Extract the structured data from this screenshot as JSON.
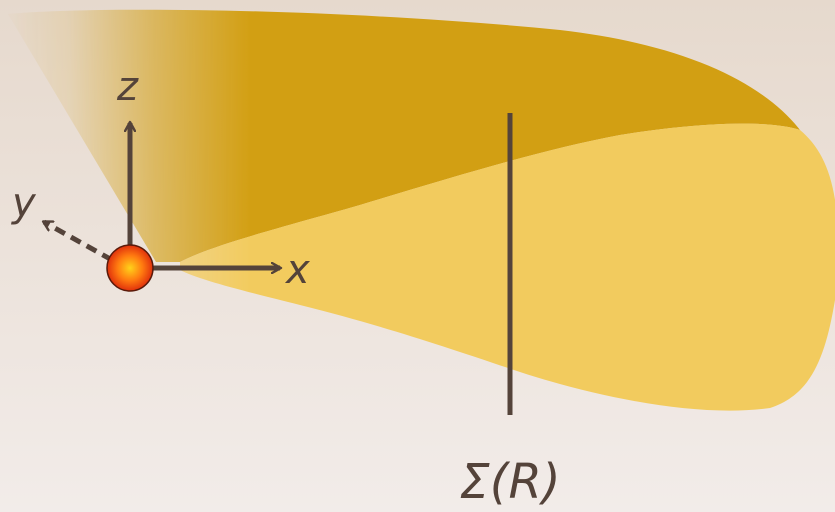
{
  "colors": {
    "background_top": "#e6d9cd",
    "background_bottom": "#f2ece9",
    "outflow_top": "#d29f13",
    "outflow_bottom": "#f2cb5e",
    "ink": "#54433a",
    "star_core": "#ffd21a",
    "star_mid": "#ff7a10",
    "star_edge": "#e0300c"
  },
  "axes": {
    "x_label": "x",
    "y_label": "y",
    "z_label": "z"
  },
  "surface": {
    "label": "Σ(R)"
  },
  "icons": {
    "source": "star-icon"
  }
}
